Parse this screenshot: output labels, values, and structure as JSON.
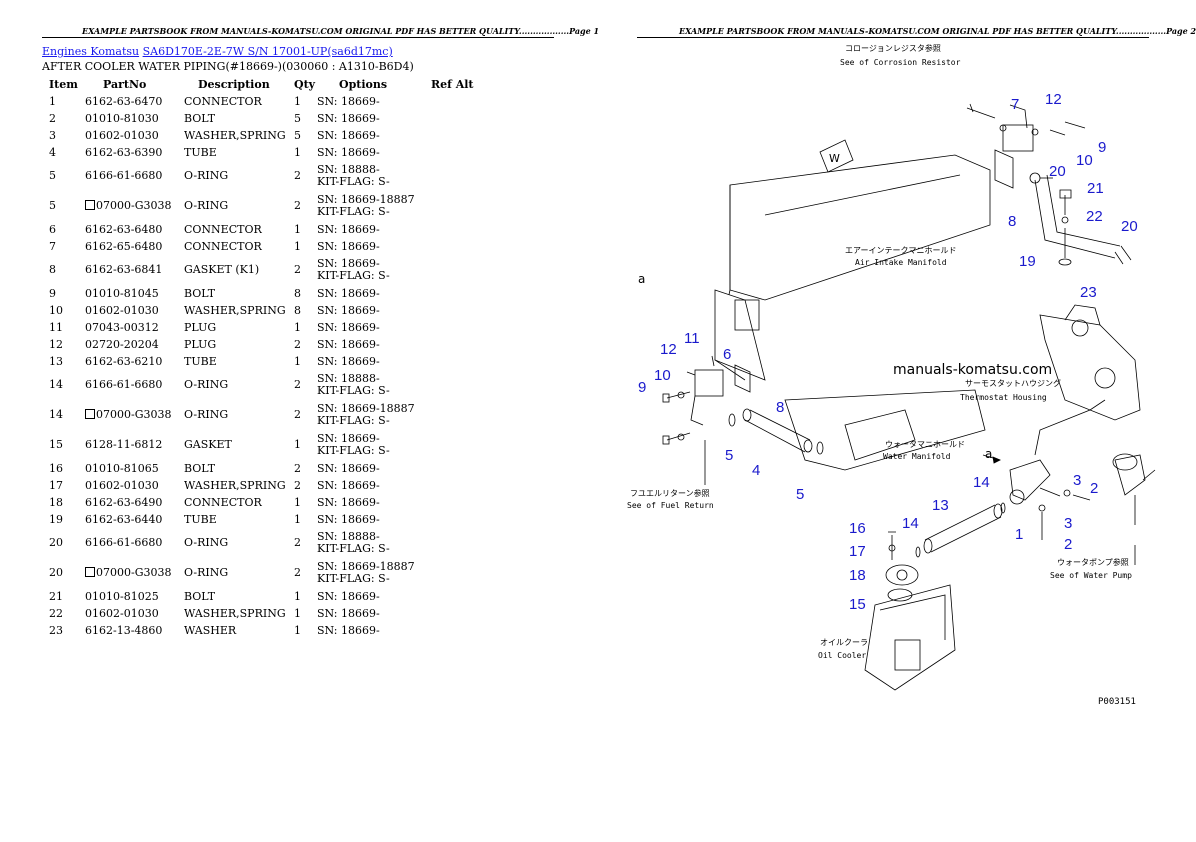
{
  "header": {
    "left": "EXAMPLE PARTSBOOK FROM MANUALS-KOMATSU.COM ORIGINAL PDF HAS BETTER QUALITY..................Page 1",
    "right": "EXAMPLE PARTSBOOK FROM MANUALS-KOMATSU.COM ORIGINAL PDF HAS BETTER QUALITY..................Page 2"
  },
  "breadcrumb": {
    "link1": "Engines Komatsu",
    "link2": "SA6D170E-2E-7W S/N 17001-UP(sa6d17mc)"
  },
  "subtitle": "AFTER COOLER WATER PIPING(#18669-)(030060 : A1310-B6D4)",
  "table": {
    "columns": [
      "Item",
      "PartNo",
      "Description",
      "Qty",
      "Options",
      "Ref Alt"
    ],
    "rows": [
      {
        "item": "1",
        "part": "6162-63-6470",
        "desc": "CONNECTOR",
        "qty": "1",
        "opt1": "SN: 18669-",
        "opt2": "",
        "box": false
      },
      {
        "item": "2",
        "part": "01010-81030",
        "desc": "BOLT",
        "qty": "5",
        "opt1": "SN: 18669-",
        "opt2": "",
        "box": false
      },
      {
        "item": "3",
        "part": "01602-01030",
        "desc": "WASHER,SPRING",
        "qty": "5",
        "opt1": "SN: 18669-",
        "opt2": "",
        "box": false
      },
      {
        "item": "4",
        "part": "6162-63-6390",
        "desc": "TUBE",
        "qty": "1",
        "opt1": "SN: 18669-",
        "opt2": "",
        "box": false
      },
      {
        "item": "5",
        "part": "6166-61-6680",
        "desc": "O-RING",
        "qty": "2",
        "opt1": "SN: 18888-",
        "opt2": "KIT-FLAG: S-",
        "box": false
      },
      {
        "item": "5",
        "part": "07000-G3038",
        "desc": "O-RING",
        "qty": "2",
        "opt1": "SN: 18669-18887",
        "opt2": "KIT-FLAG: S-",
        "box": true
      },
      {
        "item": "6",
        "part": "6162-63-6480",
        "desc": "CONNECTOR",
        "qty": "1",
        "opt1": "SN: 18669-",
        "opt2": "",
        "box": false
      },
      {
        "item": "7",
        "part": "6162-65-6480",
        "desc": "CONNECTOR",
        "qty": "1",
        "opt1": "SN: 18669-",
        "opt2": "",
        "box": false
      },
      {
        "item": "8",
        "part": "6162-63-6841",
        "desc": "GASKET (K1)",
        "qty": "2",
        "opt1": "SN: 18669-",
        "opt2": "KIT-FLAG: S-",
        "box": false
      },
      {
        "item": "9",
        "part": "01010-81045",
        "desc": "BOLT",
        "qty": "8",
        "opt1": "SN: 18669-",
        "opt2": "",
        "box": false
      },
      {
        "item": "10",
        "part": "01602-01030",
        "desc": "WASHER,SPRING",
        "qty": "8",
        "opt1": "SN: 18669-",
        "opt2": "",
        "box": false
      },
      {
        "item": "11",
        "part": "07043-00312",
        "desc": "PLUG",
        "qty": "1",
        "opt1": "SN: 18669-",
        "opt2": "",
        "box": false
      },
      {
        "item": "12",
        "part": "02720-20204",
        "desc": "PLUG",
        "qty": "2",
        "opt1": "SN: 18669-",
        "opt2": "",
        "box": false
      },
      {
        "item": "13",
        "part": "6162-63-6210",
        "desc": "TUBE",
        "qty": "1",
        "opt1": "SN: 18669-",
        "opt2": "",
        "box": false
      },
      {
        "item": "14",
        "part": "6166-61-6680",
        "desc": "O-RING",
        "qty": "2",
        "opt1": "SN: 18888-",
        "opt2": "KIT-FLAG: S-",
        "box": false
      },
      {
        "item": "14",
        "part": "07000-G3038",
        "desc": "O-RING",
        "qty": "2",
        "opt1": "SN: 18669-18887",
        "opt2": "KIT-FLAG: S-",
        "box": true
      },
      {
        "item": "15",
        "part": "6128-11-6812",
        "desc": "GASKET",
        "qty": "1",
        "opt1": "SN: 18669-",
        "opt2": "KIT-FLAG: S-",
        "box": false
      },
      {
        "item": "16",
        "part": "01010-81065",
        "desc": "BOLT",
        "qty": "2",
        "opt1": "SN: 18669-",
        "opt2": "",
        "box": false
      },
      {
        "item": "17",
        "part": "01602-01030",
        "desc": "WASHER,SPRING",
        "qty": "2",
        "opt1": "SN: 18669-",
        "opt2": "",
        "box": false
      },
      {
        "item": "18",
        "part": "6162-63-6490",
        "desc": "CONNECTOR",
        "qty": "1",
        "opt1": "SN: 18669-",
        "opt2": "",
        "box": false
      },
      {
        "item": "19",
        "part": "6162-63-6440",
        "desc": "TUBE",
        "qty": "1",
        "opt1": "SN: 18669-",
        "opt2": "",
        "box": false
      },
      {
        "item": "20",
        "part": "6166-61-6680",
        "desc": "O-RING",
        "qty": "2",
        "opt1": "SN: 18888-",
        "opt2": "KIT-FLAG: S-",
        "box": false
      },
      {
        "item": "20",
        "part": "07000-G3038",
        "desc": "O-RING",
        "qty": "2",
        "opt1": "SN: 18669-18887",
        "opt2": "KIT-FLAG: S-",
        "box": true
      },
      {
        "item": "21",
        "part": "01010-81025",
        "desc": "BOLT",
        "qty": "1",
        "opt1": "SN: 18669-",
        "opt2": "",
        "box": false
      },
      {
        "item": "22",
        "part": "01602-01030",
        "desc": "WASHER,SPRING",
        "qty": "1",
        "opt1": "SN: 18669-",
        "opt2": "",
        "box": false
      },
      {
        "item": "23",
        "part": "6162-13-4860",
        "desc": "WASHER",
        "qty": "1",
        "opt1": "SN: 18669-",
        "opt2": "",
        "box": false
      }
    ]
  },
  "diagram": {
    "watermark": "manuals-komatsu.com",
    "figure_id": "P003151",
    "ref_letter": "a",
    "labels": {
      "corrosion_jp": "コロージョンレジスタ参照",
      "corrosion_en": "See of Corrosion Resistor",
      "air_jp": "エアーインテークマニホールド",
      "air_en": "Air Intake Manifold",
      "thermo_jp": "サーモスタットハウジング",
      "thermo_en": "Thermostat Housing",
      "water_jp": "ウォータマニホールド",
      "water_en": "Water Manifold",
      "fuel_jp": "フユエルリターン参照",
      "fuel_en": "See of Fuel Return",
      "pump_jp": "ウォータポンプ参照",
      "pump_en": "See of Water Pump",
      "oil_jp": "オイルクーラ",
      "oil_en": "Oil Cooler"
    },
    "callouts": [
      "1",
      "2",
      "2",
      "3",
      "3",
      "4",
      "5",
      "5",
      "6",
      "7",
      "8",
      "8",
      "9",
      "9",
      "10",
      "10",
      "11",
      "12",
      "12",
      "13",
      "14",
      "14",
      "15",
      "16",
      "17",
      "18",
      "19",
      "20",
      "20",
      "21",
      "22",
      "23"
    ]
  }
}
